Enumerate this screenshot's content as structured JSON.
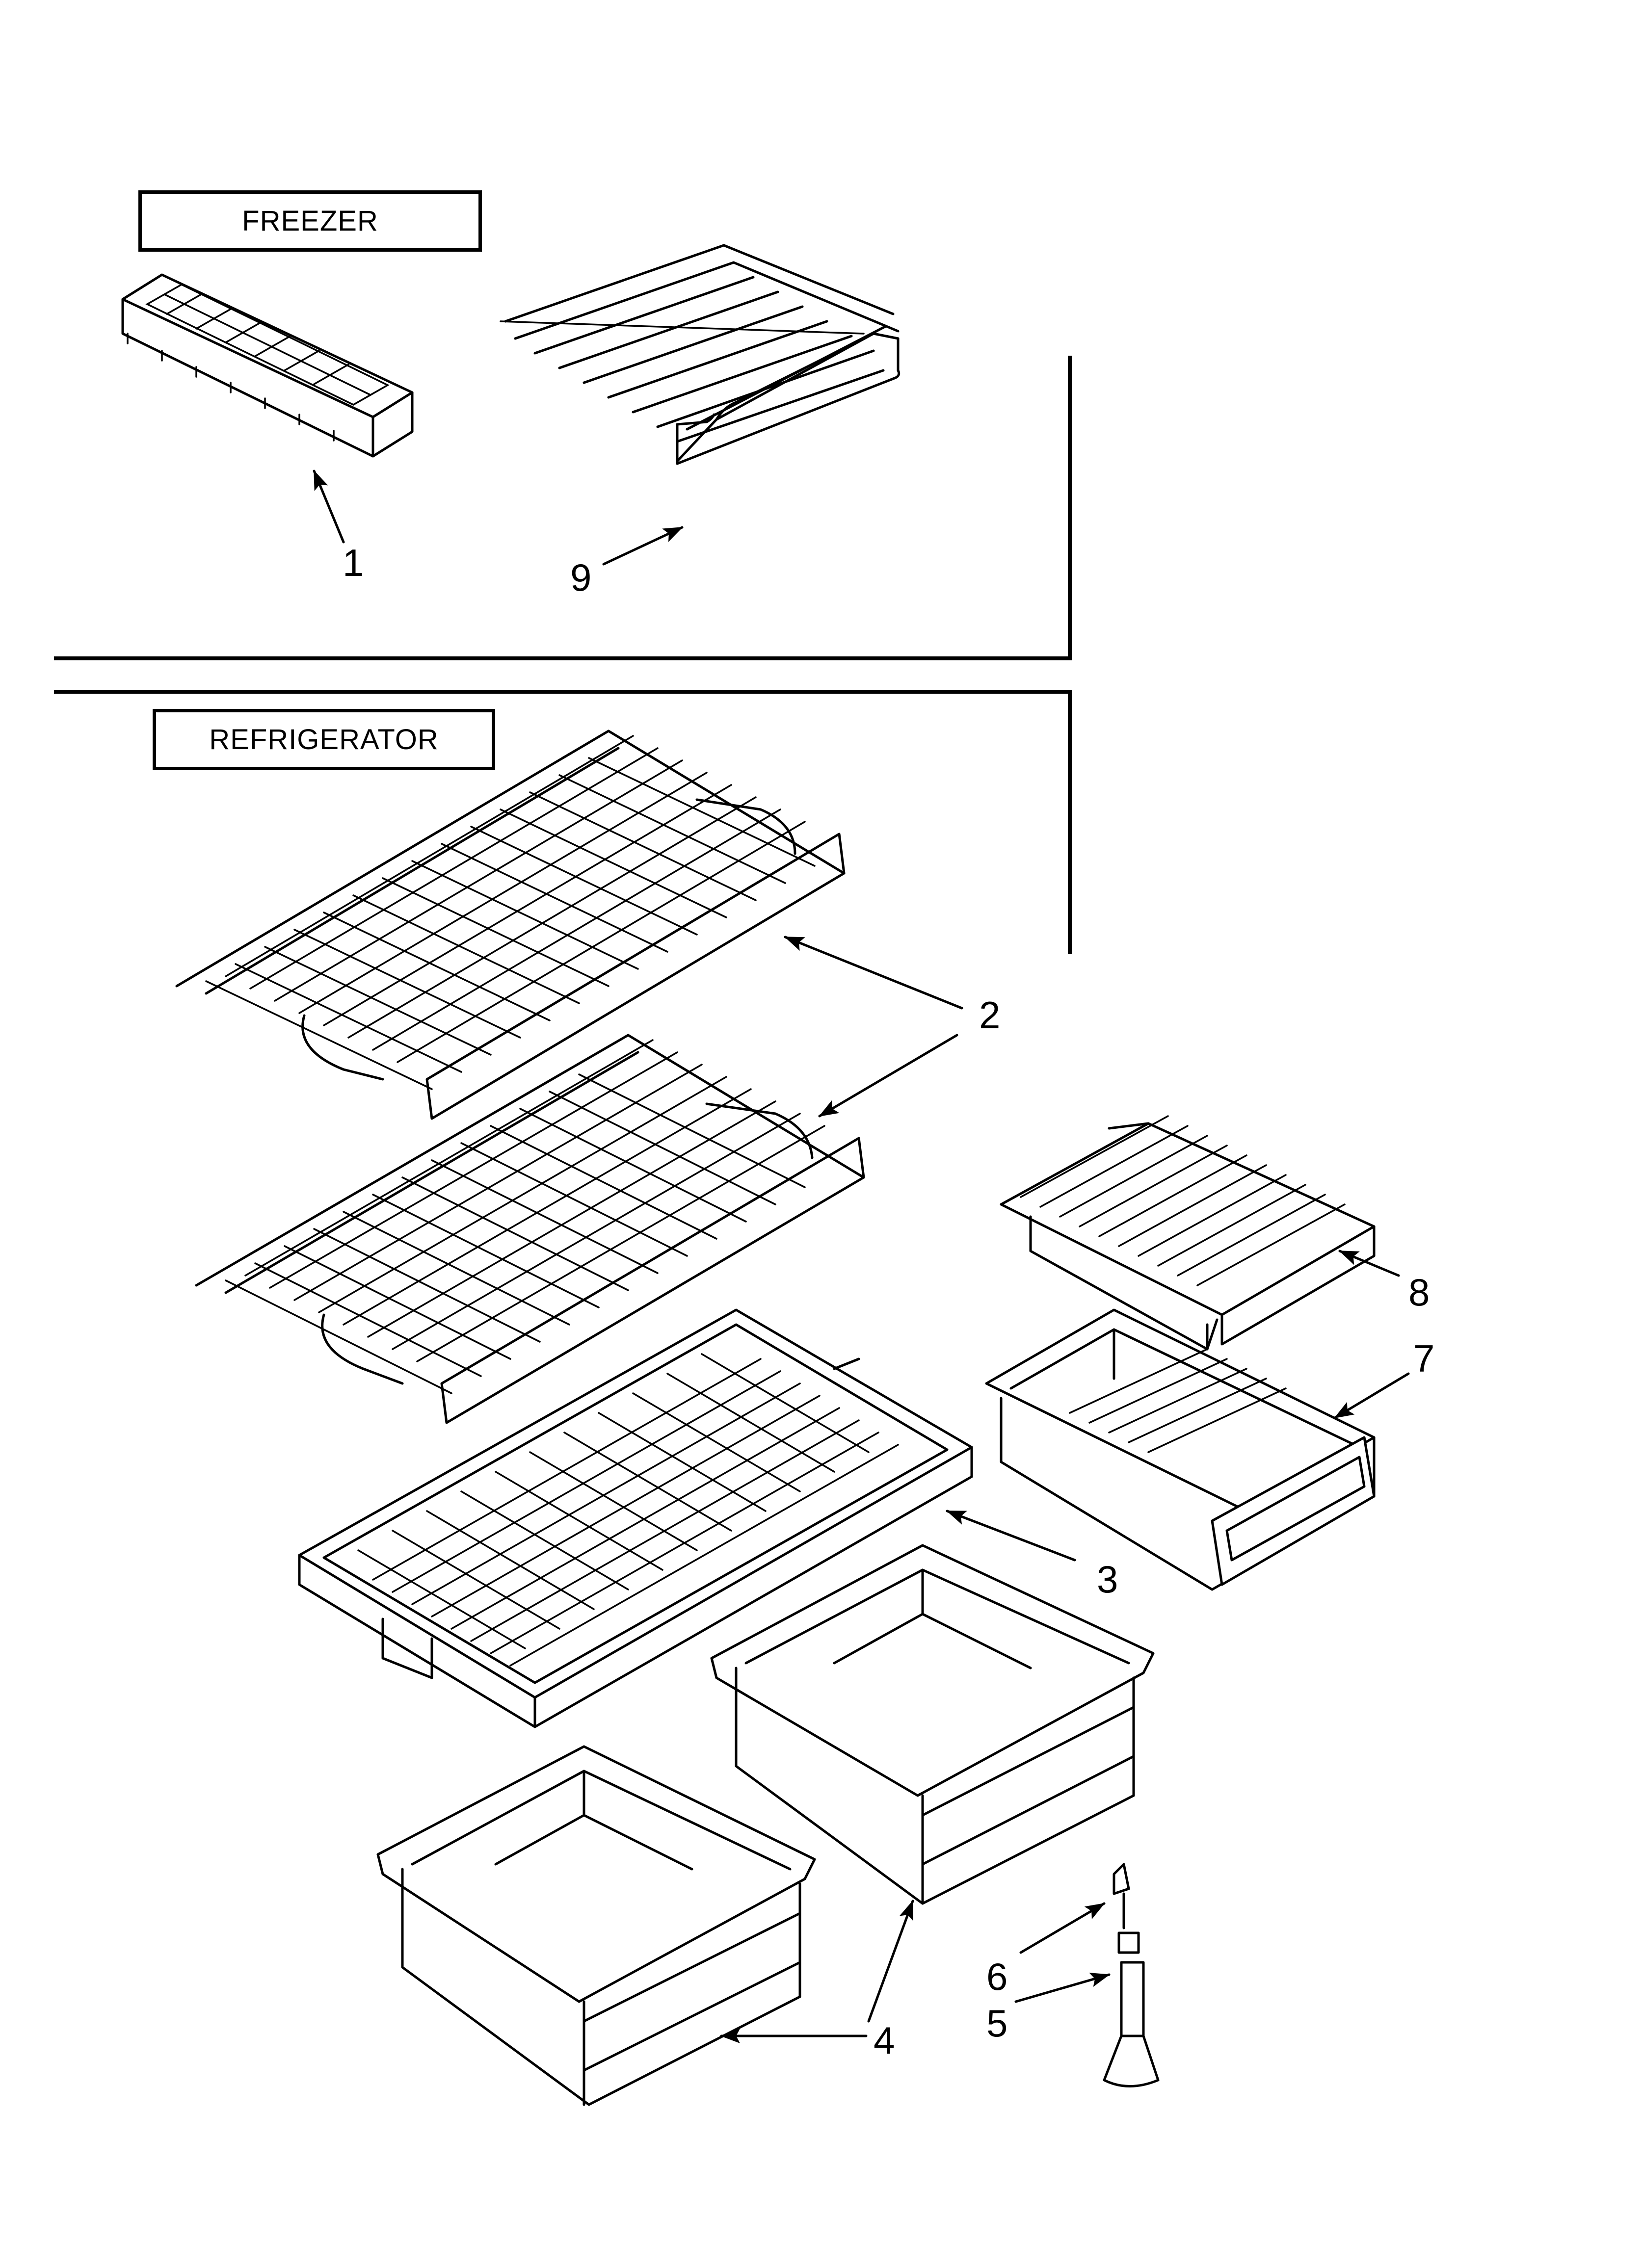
{
  "sections": {
    "freezer": "FREEZER",
    "refrigerator": "REFRIGERATOR"
  },
  "callouts": {
    "p1": "1",
    "p2": "2",
    "p3": "3",
    "p4": "4",
    "p5": "5",
    "p6": "6",
    "p7": "7",
    "p8": "8",
    "p9": "9"
  }
}
